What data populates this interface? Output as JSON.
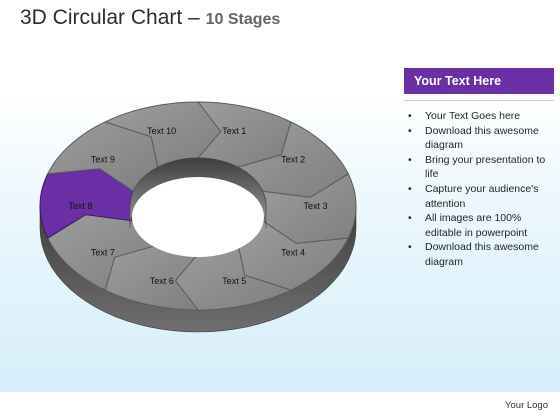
{
  "title": {
    "main": "3D Circular Chart",
    "dash": " – ",
    "sub": "10 Stages"
  },
  "colors": {
    "segment": "#8d8d8d",
    "highlight": "#6a2fa5",
    "panel_header": "#6a2fa5"
  },
  "ring": {
    "highlighted_label": "Text 8",
    "segments": [
      {
        "label": "Text 1"
      },
      {
        "label": "Text 2"
      },
      {
        "label": "Text 3"
      },
      {
        "label": "Text 4"
      },
      {
        "label": "Text 5"
      },
      {
        "label": "Text 6"
      },
      {
        "label": "Text 7"
      },
      {
        "label": "Text 8"
      },
      {
        "label": "Text 9"
      },
      {
        "label": "Text 10"
      }
    ]
  },
  "panel": {
    "header": "Your Text Here",
    "bullets": [
      "Your Text Goes here",
      "Download this awesome diagram",
      "Bring your presentation to life",
      "Capture your audience's attention",
      "All images are 100% editable in powerpoint",
      "Download this awesome diagram"
    ]
  },
  "footer": {
    "text": "Your Logo"
  }
}
